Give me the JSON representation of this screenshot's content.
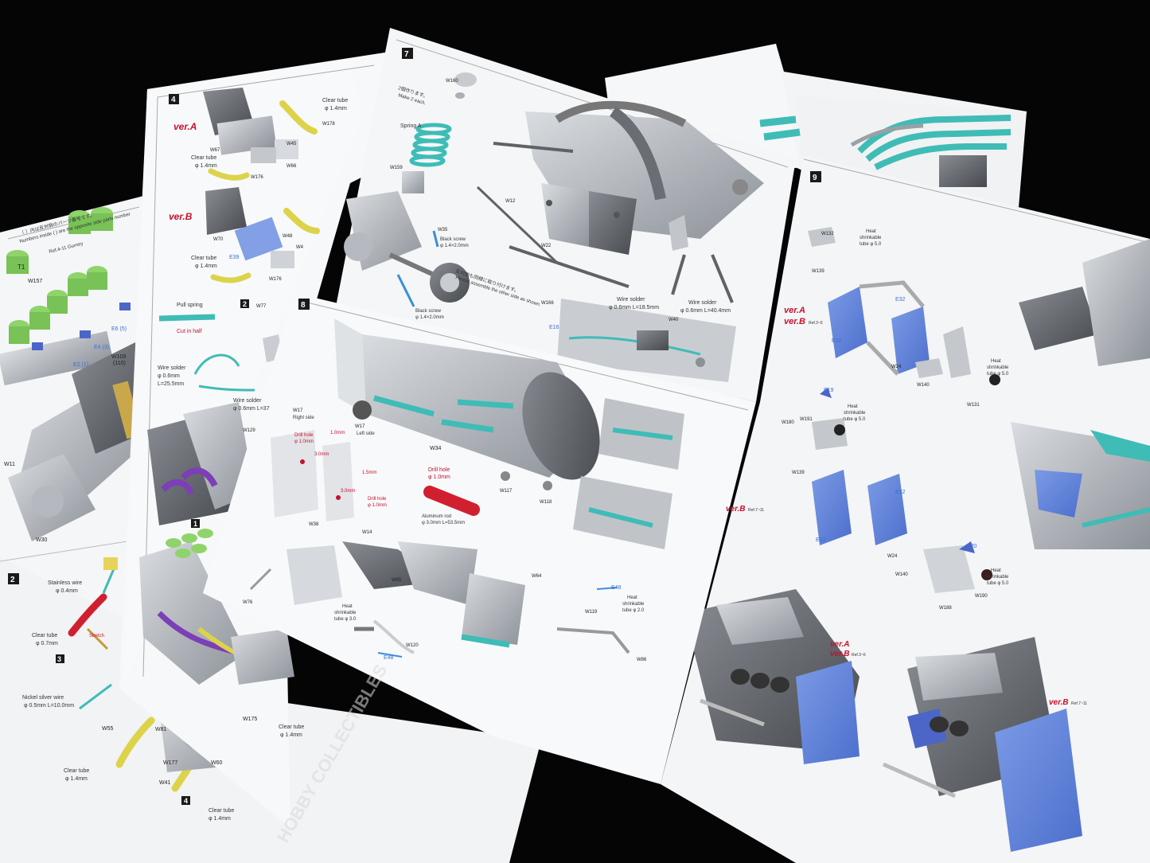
{
  "sheet_left": {
    "step_2": "2",
    "step_3": "3",
    "step_4_bottom": "4",
    "note_jp": "（ ）内は反対側のパーツ番号です。",
    "note_en": "Numbers inside ( ) are the opposite side parts number",
    "labels": [
      "T1",
      "W157",
      "W109",
      "(110)",
      "E2 (1)",
      "E4 (3)",
      "E6 (5)",
      "W11",
      "W30",
      "W55",
      "W81",
      "W177",
      "W41",
      "W175",
      "W60"
    ],
    "ver_note": "Ref.4-11 Gurney",
    "stainless_wire": "Stainless wire",
    "stainless_dim": "φ 0.4mm",
    "clear_tube": "Clear tube",
    "clear_tube_dim": "φ 0.7mm",
    "stretch": "Stretch",
    "nickel_wire": "Nickel silver wire",
    "nickel_dim": "φ 0.5mm  L=10.0mm",
    "clear_tube_14": "Clear tube",
    "clear_tube_14_dim": "φ 1.4mm"
  },
  "sheet_4": {
    "step": "4",
    "ver_a": "ver.A",
    "ver_b": "ver.B",
    "labels": [
      "W178",
      "W67",
      "W45",
      "W66",
      "W176",
      "W70",
      "W48",
      "W4",
      "W176",
      "W77",
      "W129",
      "E39"
    ],
    "clear_tube": "Clear tube",
    "clear_tube_dim": "φ 1.4mm",
    "pull_spring": "Pull spring",
    "cut_half": "Cut in half",
    "wire_solder": "Wire solder",
    "wire_solder_dim": "φ 0.6mm",
    "wire_len": "L=25.5mm",
    "wire_solder2": "Wire solder",
    "wire_solder2_dim": "φ 0.6mm  L=37",
    "step_2": "2",
    "step_1": "1"
  },
  "sheet_7": {
    "step": "7",
    "labels": [
      "W160",
      "W159",
      "W12",
      "W22",
      "W35",
      "W166"
    ],
    "make_2": "2個作ります。",
    "make_2_en": "Make 2 each.",
    "spring": "Spring A",
    "black_screw": "Black screw",
    "black_screw_dim": "φ 1.4×2.0mm",
    "black_screw2": "Black screw",
    "black_screw2_dim": "φ 1.4×2.0mm",
    "opposite_jp": "反対側も同様に取り付けます。",
    "opposite_en": "Please assemble the other side as shown.",
    "wire_solder": "Wire solder",
    "wire_dim": "φ 0.6mm  L=18.5mm",
    "wire_solder2": "Wire solder",
    "wire_dim2": "φ 0.6mm  L=40.4mm",
    "e16": "E16",
    "w40": "W40"
  },
  "sheet_8": {
    "step": "8",
    "labels": [
      "W17",
      "W17",
      "W34",
      "W117",
      "W118",
      "W38",
      "W14",
      "W76",
      "W64",
      "W65",
      "W119",
      "W120",
      "W86",
      "E48",
      "E48"
    ],
    "right_side": "Right side",
    "left_side": "Left side",
    "drill": "Drill hole",
    "drill_dim": "φ 1.0mm",
    "drill2": "Drill hole",
    "drill2_dim": "φ 1.0mm",
    "drill3": "Drill hole",
    "drill3_dim": "φ 1.0mm",
    "dim_a": "1.0mm",
    "dim_b": "3.0mm",
    "dim_c": "1.5mm",
    "dim_d": "3.0mm",
    "aluminum": "Aluminum rod",
    "aluminum_dim": "φ 3.0mm  L=53.5mm",
    "heat": "Heat",
    "shrink": "shrinkable",
    "tube_30": "tube  φ 3.0",
    "tube_20": "tube  φ 2.0"
  },
  "sheet_9": {
    "step": "9",
    "ver_a": "ver.A",
    "ver_b": "ver.B",
    "ref_36": "Ref.3~6",
    "ver_b2": "ver.B",
    "ref_711": "Ref.7~11",
    "ver_a3": "ver.A",
    "ver_b3": "ver.B",
    "ref_36b": "Ref.3~6",
    "ver_b4": "ver.B",
    "ref_711b": "Ref.7~11",
    "labels": [
      "W132",
      "W139",
      "E32",
      "E32",
      "W24",
      "W140",
      "W131",
      "E19",
      "W180",
      "W191",
      "W139",
      "E32",
      "E32",
      "W24",
      "W140",
      "E20",
      "W190",
      "W188"
    ],
    "heat": "Heat",
    "shrink": "shrinkable",
    "tube_50": "tube  φ 5.0"
  },
  "watermark": "HOBBY COLLECTIBLES"
}
